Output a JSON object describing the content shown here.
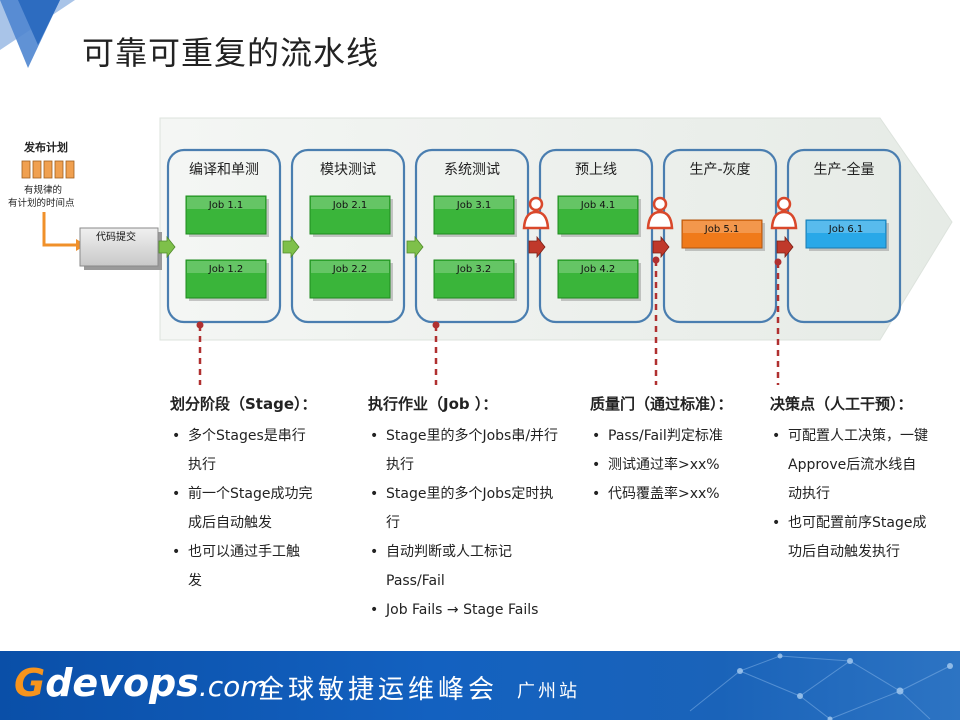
{
  "title": "可靠可重复的流水线",
  "release_plan": {
    "label": "发布计划",
    "note_line1": "有规律的",
    "note_line2": "有计划的时间点"
  },
  "code_commit": "代码提交",
  "stages": [
    {
      "name": "编译和单测",
      "jobs": [
        "Job 1.1",
        "Job 1.2"
      ]
    },
    {
      "name": "模块测试",
      "jobs": [
        "Job 2.1",
        "Job 2.2"
      ]
    },
    {
      "name": "系统测试",
      "jobs": [
        "Job 3.1",
        "Job 3.2"
      ]
    },
    {
      "name": "预上线",
      "jobs": [
        "Job 4.1",
        "Job 4.2"
      ]
    },
    {
      "name": "生产-灰度",
      "jobs": [
        "Job 5.1"
      ]
    },
    {
      "name": "生产-全量",
      "jobs": [
        "Job 6.1"
      ]
    }
  ],
  "notes": [
    {
      "heading": "划分阶段（Stage）：",
      "items": [
        "多个Stages是串行执行",
        "前一个Stage成功完成后自动触发",
        "也可以通过手工触发"
      ]
    },
    {
      "heading": "执行作业（Job ）：",
      "items": [
        "Stage里的多个Jobs串/并行执行",
        "Stage里的多个Jobs定时执行",
        "自动判断或人工标记Pass/Fail",
        "Job Fails → Stage Fails"
      ]
    },
    {
      "heading": "质量门（通过标准）：",
      "items": [
        "Pass/Fail判定标准",
        "测试通过率>xx%",
        "代码覆盖率>xx%"
      ]
    },
    {
      "heading": "决策点（人工干预）：",
      "items": [
        "可配置人工决策，一键Approve后流水线自动执行",
        "也可配置前序Stage成功后自动触发执行"
      ]
    }
  ],
  "footer": {
    "brand_g": "G",
    "brand_rest": "devops",
    "brand_com": ".com",
    "tagline": "全球敏捷运维峰会",
    "city": "广州站"
  },
  "colors": {
    "green_job": "#3ab53a",
    "orange_job": "#f07a1a",
    "blue_job": "#29a8e8",
    "stage_border": "#4a7eb0",
    "gate_red": "#c0392b"
  }
}
